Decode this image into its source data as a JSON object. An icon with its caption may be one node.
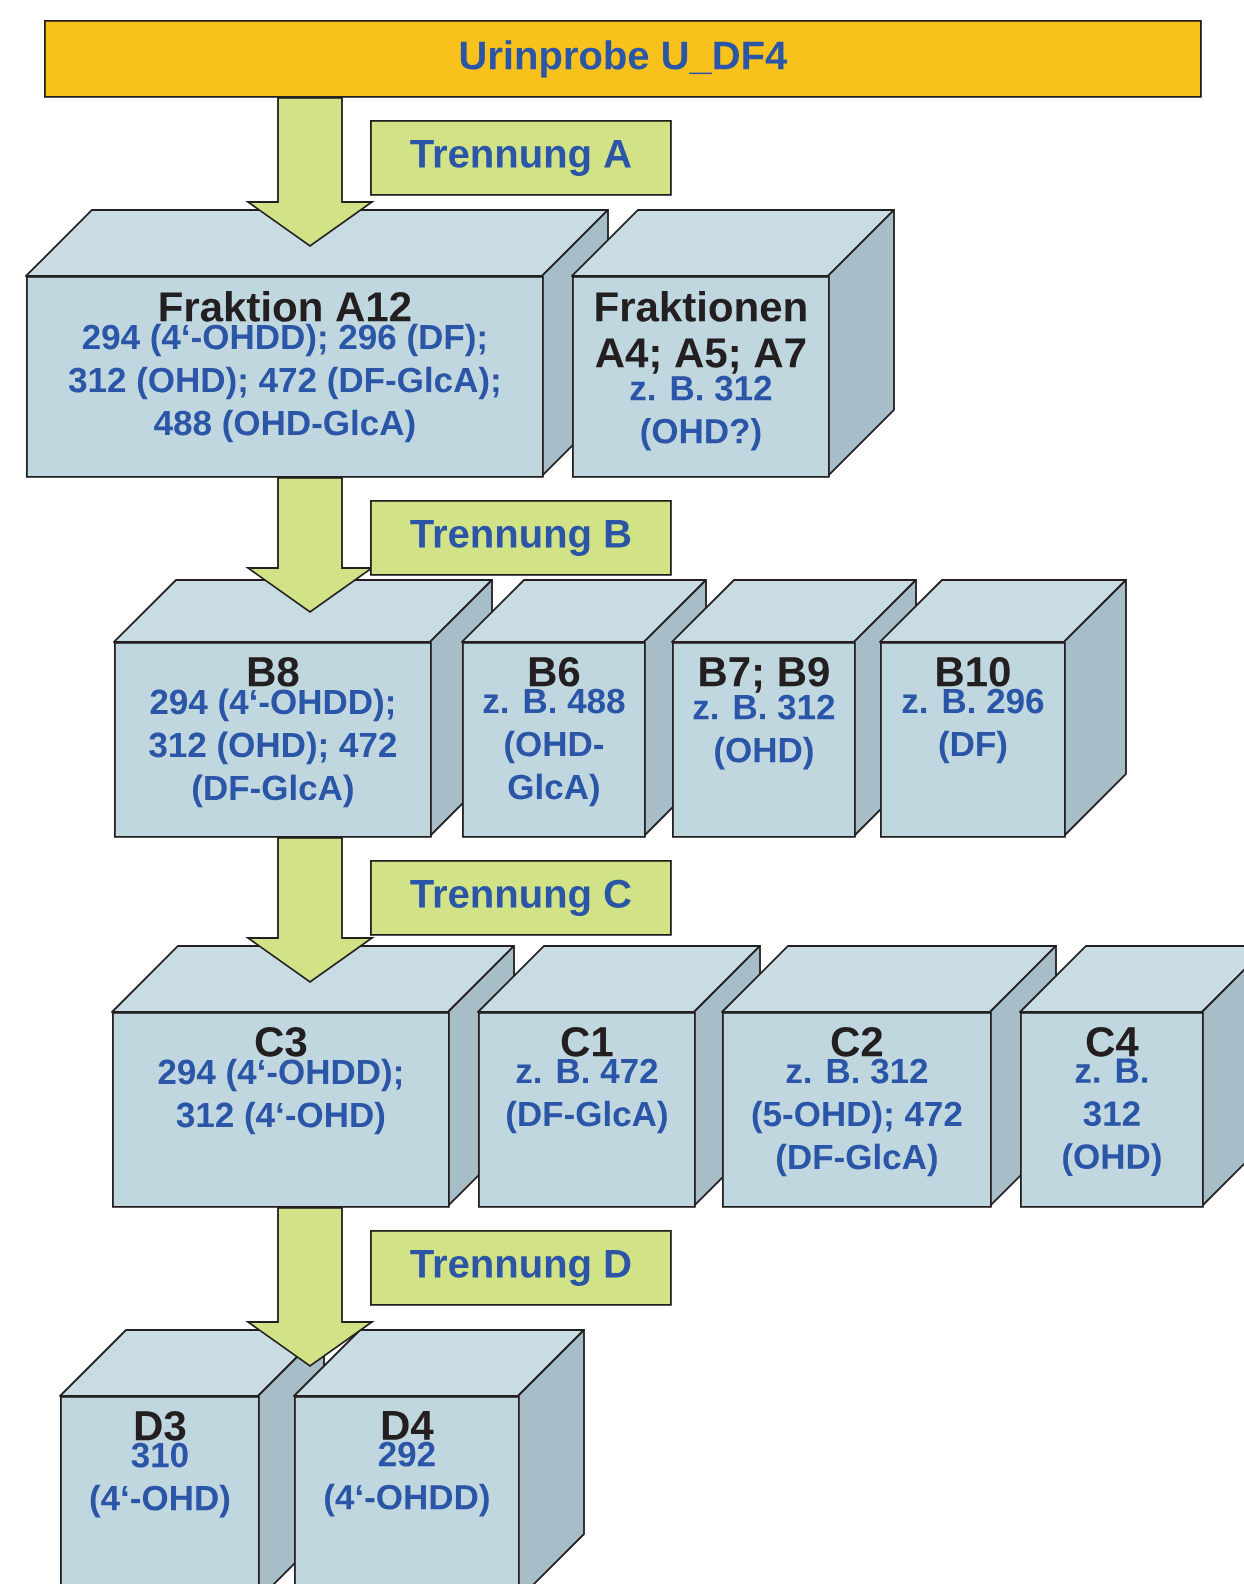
{
  "diagram": {
    "nodes": [
      {
        "text": [
          "Urinprobe U_DF4"
        ]
      },
      {
        "text": [
          "Fraktion A12",
          "294 (4‘-OHDD); 296 (DF); 312 (OHD); 472 (DF-GlcA); 488 (OHD-GlcA)"
        ]
      },
      {
        "text": [
          "Fraktionen A4; A5; A7",
          "z. B. 312 (OHD?)"
        ]
      },
      {
        "text": [
          "B8",
          "294 (4‘-OHDD); 312 (OHD); 472 (DF-GlcA)"
        ]
      },
      {
        "text": [
          "B6",
          "z. B. 488 (OHD-GlcA)"
        ]
      },
      {
        "text": [
          "B7; B9",
          "z. B. 312 (OHD)"
        ]
      },
      {
        "text": [
          "B10",
          "z. B. 296 (DF)"
        ]
      },
      {
        "text": [
          "C3",
          "294 (4‘-OHDD); 312 (4‘-OHD)"
        ]
      },
      {
        "text": [
          "C1",
          "z. B. 472 (DF-GlcA)"
        ]
      },
      {
        "text": [
          "C2",
          "z. B. 312 (5-OHD); 472 (DF-GlcA)"
        ]
      },
      {
        "text": [
          "C4",
          "z. B. 312 (OHD)"
        ]
      },
      {
        "text": [
          "D3",
          "310 (4‘-OHD)"
        ]
      },
      {
        "text": [
          "D4",
          "292 (4‘-OHDD)"
        ]
      }
    ],
    "edges": [
      {
        "from": 0,
        "to": 1,
        "arrow": "to",
        "label": "Trennung A"
      },
      {
        "from": 1,
        "to": 3,
        "arrow": "to",
        "label": "Trennung B"
      },
      {
        "from": 3,
        "to": 7,
        "arrow": "to",
        "label": "Trennung C"
      },
      {
        "from": 7,
        "to": 11,
        "arrow": "to",
        "label": "Trennung D"
      }
    ]
  }
}
